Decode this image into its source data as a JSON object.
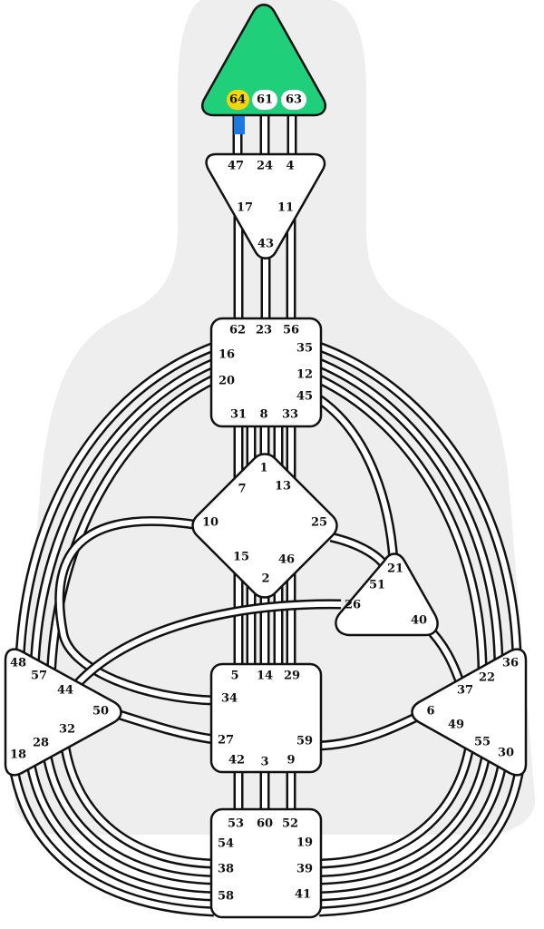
{
  "colors": {
    "silhouette": "#eeeeee",
    "center_fill": "#ffffff",
    "center_stroke": "#111111",
    "channel_stroke": "#111111",
    "head_defined": "#1fcf79",
    "gate_highlight": "#f5d60e",
    "gate_pill": "#ffffff",
    "activation_bar": "#1e78e0",
    "text": "#111111"
  },
  "head": {
    "defined": true,
    "gates": [
      {
        "label": "64",
        "highlighted": true
      },
      {
        "label": "61",
        "highlighted": false
      },
      {
        "label": "63",
        "highlighted": false
      }
    ]
  },
  "ajna": {
    "gates": [
      "47",
      "24",
      "4",
      "17",
      "11",
      "43"
    ]
  },
  "throat": {
    "gates": [
      "62",
      "23",
      "56",
      "16",
      "35",
      "20",
      "12",
      "45",
      "31",
      "8",
      "33"
    ]
  },
  "g_center": {
    "gates": [
      "1",
      "7",
      "13",
      "10",
      "25",
      "15",
      "46",
      "2"
    ]
  },
  "heart": {
    "gates": [
      "21",
      "51",
      "26",
      "40"
    ]
  },
  "spleen": {
    "gates": [
      "48",
      "57",
      "44",
      "50",
      "32",
      "28",
      "18"
    ]
  },
  "sacral": {
    "gates": [
      "5",
      "14",
      "29",
      "34",
      "27",
      "59",
      "42",
      "3",
      "9"
    ]
  },
  "solar_plexus": {
    "gates": [
      "36",
      "22",
      "37",
      "6",
      "49",
      "55",
      "30"
    ]
  },
  "root": {
    "gates": [
      "53",
      "60",
      "52",
      "54",
      "19",
      "38",
      "39",
      "58",
      "41"
    ]
  },
  "activations": [
    {
      "gate": "64",
      "half": "left"
    }
  ]
}
